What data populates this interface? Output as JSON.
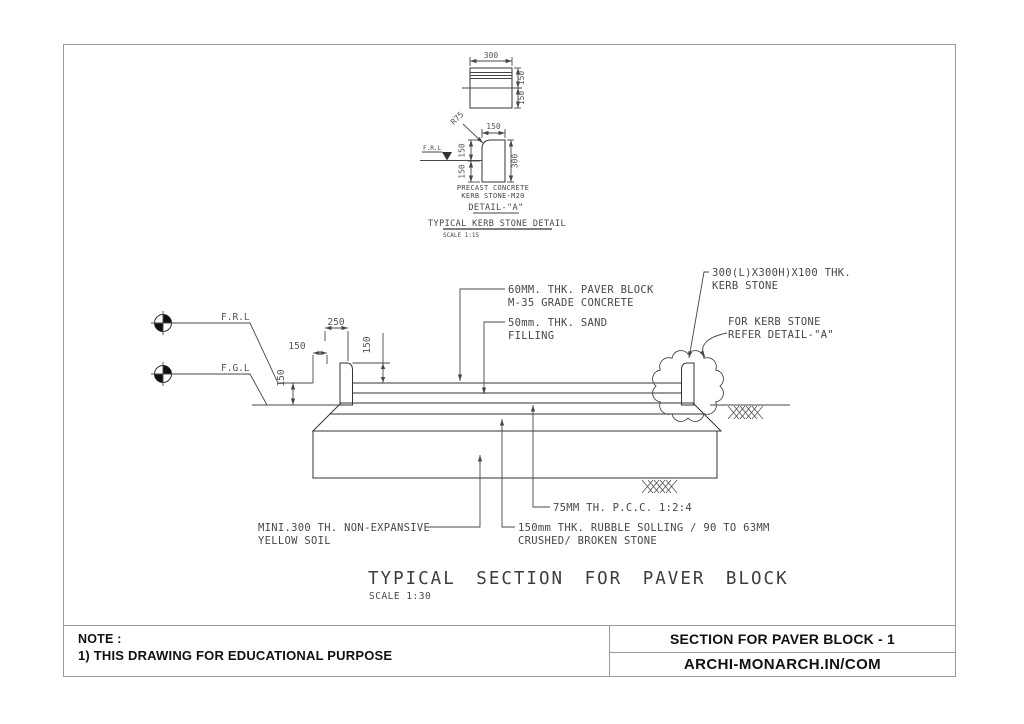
{
  "detail": {
    "plan_dim_w": "300",
    "plan_dim_h1": "150",
    "plan_dim_h2": "150",
    "sec_dim_top": "150",
    "sec_radius": "R75",
    "sec_dim_l1": "150",
    "sec_dim_l2": "150",
    "sec_dim_r": "300",
    "sec_level": "F.R.L",
    "cap1": "PRECAST CONCRETE",
    "cap2": "KERB STONE-M20",
    "name": "DETAIL-\"A\"",
    "heading": "TYPICAL KERB STONE DETAIL",
    "scale": "SCALE 1:15"
  },
  "sec": {
    "labels": {
      "paver1": "60MM. THK. PAVER BLOCK",
      "paver2": "M-35 GRADE CONCRETE",
      "sand1": "50mm. THK. SAND",
      "sand2": "FILLING",
      "kerb1": "300(L)X300H)X100 THK.",
      "kerb2": "KERB STONE",
      "refer1": "FOR KERB STONE",
      "refer2": "REFER DETAIL-\"A\"",
      "pcc": "75MM TH. P.C.C. 1:2:4",
      "rubble1": "150mm THK. RUBBLE SOLLING / 90 TO 63MM",
      "rubble2": "CRUSHED/ BROKEN STONE",
      "soil1": "MINI.300 TH. NON-EXPANSIVE",
      "soil2": "YELLOW SOIL",
      "frl": "F.R.L",
      "fgl": "F.G.L"
    },
    "dims": {
      "w250": "250",
      "off150": "150",
      "lh150": "150",
      "kh150": "150"
    },
    "title": "TYPICAL SECTION FOR PAVER BLOCK",
    "scale": "SCALE 1:30"
  },
  "titleblock": {
    "note_heading": "NOTE :",
    "note_line": "1) THIS DRAWING FOR EDUCATIONAL PURPOSE",
    "sheet_title": "SECTION FOR PAVER BLOCK - 1",
    "brand": "ARCHI-MONARCH.IN/COM"
  },
  "colors": {
    "line": "#474747",
    "outline": "#333333",
    "frame": "#9a9a9a",
    "text_black": "#111111",
    "background": "#ffffff"
  }
}
